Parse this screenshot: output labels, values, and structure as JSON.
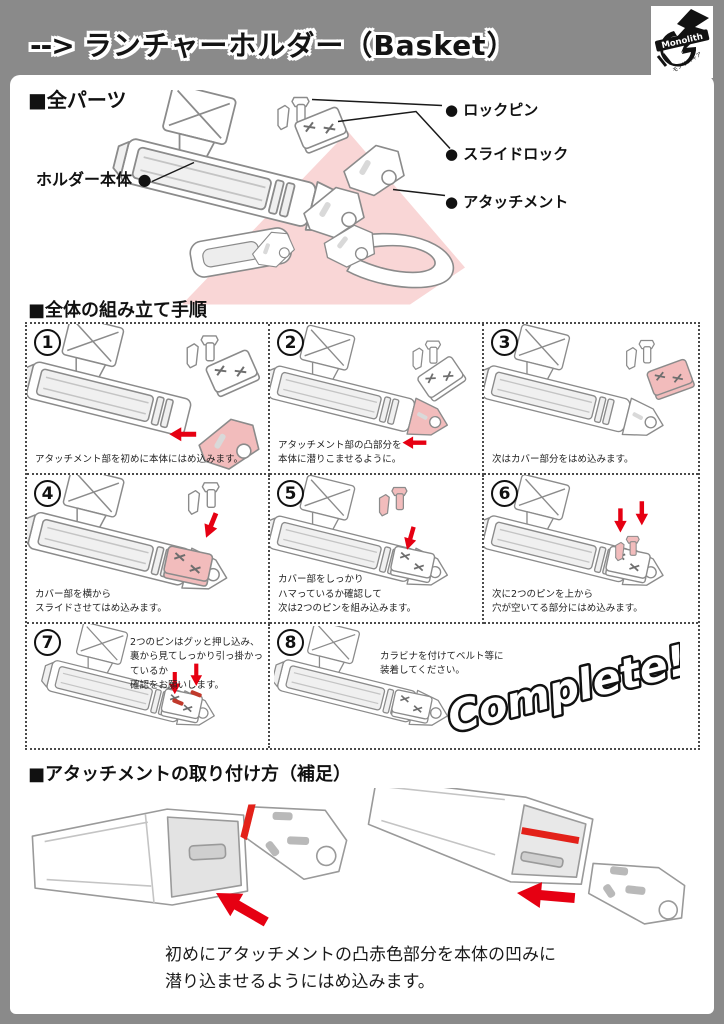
{
  "header": {
    "arrow": "--&gt;",
    "arrow_text": "-->",
    "title": "ランチャーホルダー（Basket）",
    "logo": {
      "brand": "Monolith",
      "sub": "モノリスギア"
    }
  },
  "parts_section": {
    "heading": "■全パーツ",
    "labels": {
      "body": "ホルダー本体 ●",
      "lock_pin": "● ロックピン",
      "slide_lock": "● スライドロック",
      "attachment": "● アタッチメント"
    }
  },
  "steps_section": {
    "heading": "■全体の組み立て手順",
    "steps": [
      {
        "num": "1",
        "caption": "アタッチメント部を初めに本体にはめ込みます。"
      },
      {
        "num": "2",
        "caption": "アタッチメント部の凸部分を\n本体に潜りこませるように。"
      },
      {
        "num": "3",
        "caption": "次はカバー部分をはめ込みます。"
      },
      {
        "num": "4",
        "caption": "カバー部を横から\nスライドさせてはめ込みます。"
      },
      {
        "num": "5",
        "caption": "カバー部をしっかり\nハマっているか確認して\n次は2つのピンを組み込みます。"
      },
      {
        "num": "6",
        "caption": "次に2つのピンを上から\n穴が空いてる部分にはめ込みます。"
      },
      {
        "num": "7",
        "caption": "2つのピンはグッと押し込み、\n裏から見てしっかり引っ掛かっているか\n確認をお願いします。"
      },
      {
        "num": "8",
        "caption": "カラビナを付けてベルト等に\n装着してください。",
        "complete": "Complete!"
      }
    ]
  },
  "supplement_section": {
    "heading": "■アタッチメントの取り付け方（補足）",
    "note_line1": "初めにアタッチメントの凸赤色部分を本体の凹みに",
    "note_line2": "潜り込ませるようにはめ込みます。"
  },
  "colors": {
    "frame_gray": "#8a8a8a",
    "highlight_pink": "#f9d6d6",
    "part_pink": "#f2bcbc",
    "accent_red": "#e60012",
    "stripe_red": "#e32119"
  }
}
